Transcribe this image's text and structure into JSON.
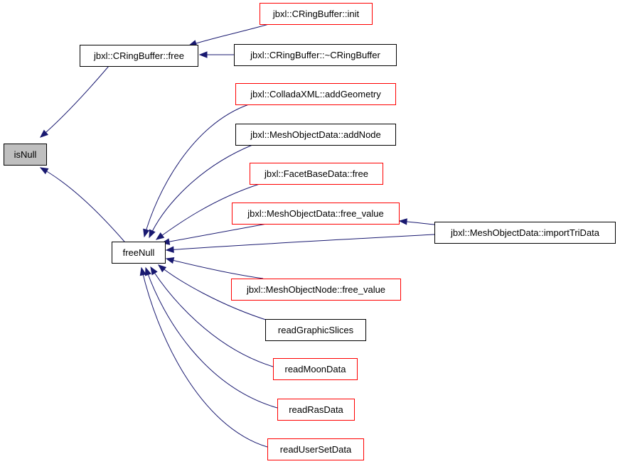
{
  "colors": {
    "edge": "#191970",
    "root_fill": "#bfbfbf",
    "root_border": "#000000",
    "plain_border": "#000000",
    "truncated_border": "#ff0000",
    "node_fill": "#ffffff"
  },
  "nodes": {
    "isNull": {
      "label": "isNull",
      "style": "root"
    },
    "cringFree": {
      "label": "jbxl::CRingBuffer::free",
      "style": "plain"
    },
    "cringInit": {
      "label": "jbxl::CRingBuffer::init",
      "style": "truncated"
    },
    "cringDtor": {
      "label": "jbxl::CRingBuffer::~CRingBuffer",
      "style": "plain"
    },
    "freeNull": {
      "label": "freeNull",
      "style": "plain"
    },
    "addGeometry": {
      "label": "jbxl::ColladaXML::addGeometry",
      "style": "truncated"
    },
    "addNode": {
      "label": "jbxl::MeshObjectData::addNode",
      "style": "plain"
    },
    "facetFree": {
      "label": "jbxl::FacetBaseData::free",
      "style": "truncated"
    },
    "modFreeValue": {
      "label": "jbxl::MeshObjectData::free_value",
      "style": "truncated"
    },
    "importTri": {
      "label": "jbxl::MeshObjectData::importTriData",
      "style": "plain"
    },
    "monFreeValue": {
      "label": "jbxl::MeshObjectNode::free_value",
      "style": "truncated"
    },
    "readGraphic": {
      "label": "readGraphicSlices",
      "style": "plain"
    },
    "readMoon": {
      "label": "readMoonData",
      "style": "truncated"
    },
    "readRas": {
      "label": "readRasData",
      "style": "truncated"
    },
    "readUser": {
      "label": "readUserSetData",
      "style": "truncated"
    }
  },
  "edges": [
    {
      "from": "cringFree",
      "to": "isNull"
    },
    {
      "from": "freeNull",
      "to": "isNull"
    },
    {
      "from": "cringInit",
      "to": "cringFree"
    },
    {
      "from": "cringDtor",
      "to": "cringFree"
    },
    {
      "from": "addGeometry",
      "to": "freeNull"
    },
    {
      "from": "addNode",
      "to": "freeNull"
    },
    {
      "from": "facetFree",
      "to": "freeNull"
    },
    {
      "from": "modFreeValue",
      "to": "freeNull"
    },
    {
      "from": "importTri",
      "to": "freeNull"
    },
    {
      "from": "monFreeValue",
      "to": "freeNull"
    },
    {
      "from": "readGraphic",
      "to": "freeNull"
    },
    {
      "from": "readMoon",
      "to": "freeNull"
    },
    {
      "from": "readRas",
      "to": "freeNull"
    },
    {
      "from": "readUser",
      "to": "freeNull"
    },
    {
      "from": "importTri",
      "to": "modFreeValue"
    }
  ]
}
